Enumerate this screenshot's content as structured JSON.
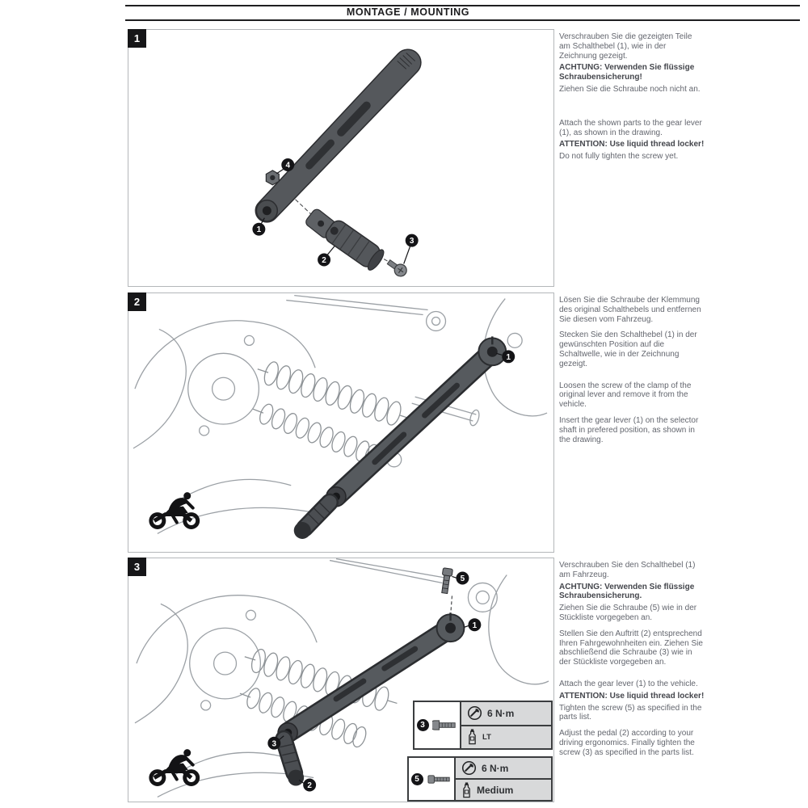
{
  "page": {
    "title": "MONTAGE / MOUNTING"
  },
  "colors": {
    "heading_ink": "#1c1c1e",
    "body_text": "#63666e",
    "bold_text": "#44464c",
    "callout_bg": "#141417",
    "table_row_bg": "#d8d9da"
  },
  "steps": [
    {
      "number": "1",
      "de": {
        "p1": "Verschrauben Sie die gezeigten Teile am Schalthebel (1), wie in der Zeichnung gezeigt.",
        "p2": "ACHTUNG: Verwenden Sie flüssige Schraubensicherung!",
        "p3": "Ziehen Sie die Schraube noch nicht an."
      },
      "en": {
        "p1": "Attach the shown parts to the gear lever (1), as shown in the drawing.",
        "p2": "ATTENTION: Use liquid thread locker!",
        "p3": "Do not fully tighten the screw yet."
      },
      "callouts": {
        "c1": "1",
        "c2": "2",
        "c3": "3",
        "c4": "4"
      }
    },
    {
      "number": "2",
      "de": {
        "p1": "Lösen Sie die Schraube der Klemmung des original Schalthebels und entfernen Sie diesen vom Fahrzeug.",
        "p2": "Stecken Sie den Schalthebel (1) in der gewünschten Position auf die Schaltwelle, wie in der Zeichnung gezeigt."
      },
      "en": {
        "p1": "Loosen the screw of the clamp of the original lever and remove it from the vehicle.",
        "p2": "Insert the gear lever (1) on the selector shaft in prefered position, as shown in the drawing."
      },
      "callouts": {
        "c1": "1"
      }
    },
    {
      "number": "3",
      "de": {
        "p1": "Verschrauben Sie den Schalthebel (1) am Fahrzeug.",
        "p2": "ACHTUNG: Verwenden Sie flüssige Schraubensicherung.",
        "p3": "Ziehen Sie die Schraube (5) wie in der Stückliste vorgegeben an.",
        "p4": "Stellen Sie den Auftritt (2) entsprechend Ihren Fahrgewohnheiten ein. Ziehen Sie abschließend die Schraube (3) wie in der Stückliste vorgegeben an."
      },
      "en": {
        "p1": "Attach the gear lever (1) to the vehicle.",
        "p2": "ATTENTION: Use liquid thread locker!",
        "p3": "Tighten the screw (5) as specified in the parts list.",
        "p4": "Adjust the pedal (2) according to your driving ergonomics. Finally tighten the screw (3) as specified in the parts list."
      },
      "callouts": {
        "c1": "1",
        "c2": "2",
        "c3": "3",
        "c5": "5"
      }
    }
  ],
  "torque_tables": [
    {
      "callout": "3",
      "torque": "6 N·m",
      "locker": "LT"
    },
    {
      "callout": "5",
      "torque": "6 N·m",
      "locker": "Medium"
    }
  ]
}
